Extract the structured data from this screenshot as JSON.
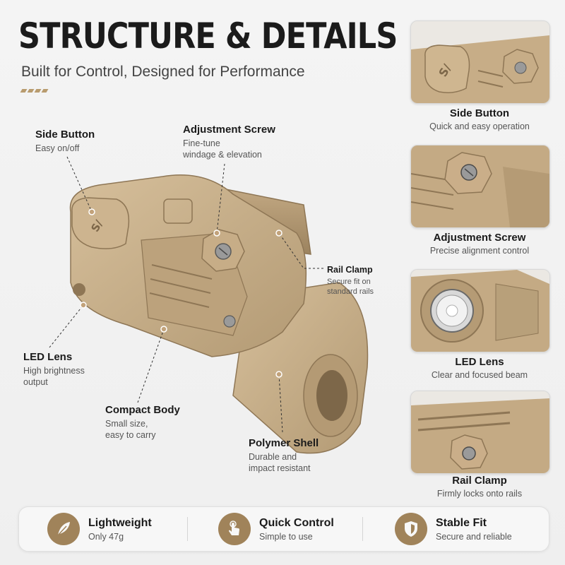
{
  "header": {
    "title": "STRUCTURE & DETAILS",
    "subtitle": "Built for Control, Designed for Performance"
  },
  "callouts": {
    "side_button": {
      "title": "Side Button",
      "desc": "Easy on/off"
    },
    "adjustment_screw": {
      "title": "Adjustment Screw",
      "desc": "Fine-tune\nwindage & elevation"
    },
    "rail_clamp": {
      "title": "Rail Clamp",
      "desc": "Secure fit on\nstandard rails"
    },
    "led_lens": {
      "title": "LED Lens",
      "desc": "High brightness\noutput"
    },
    "compact_body": {
      "title": "Compact Body",
      "desc": "Small size,\neasy to carry"
    },
    "polymer_shell": {
      "title": "Polymer Shell",
      "desc": "Durable and\nimpact resistant"
    }
  },
  "product": {
    "button_marking": "S/"
  },
  "detail_cards": [
    {
      "title": "Side Button",
      "desc": "Quick and easy operation"
    },
    {
      "title": "Adjustment Screw",
      "desc": "Precise alignment control"
    },
    {
      "title": "LED Lens",
      "desc": "Clear and focused beam"
    },
    {
      "title": "Rail Clamp",
      "desc": "Firmly locks onto rails"
    }
  ],
  "features": [
    {
      "title": "Lightweight",
      "desc": "Only 47g",
      "icon": "feather-icon"
    },
    {
      "title": "Quick Control",
      "desc": "Simple to use",
      "icon": "hand-tap-icon"
    },
    {
      "title": "Stable Fit",
      "desc": "Secure and reliable",
      "icon": "shield-icon"
    }
  ],
  "colors": {
    "accent": "#a0835a",
    "body_tan": "#c9b08a",
    "body_shadow": "#a88f69",
    "title": "#1b1b1b"
  }
}
